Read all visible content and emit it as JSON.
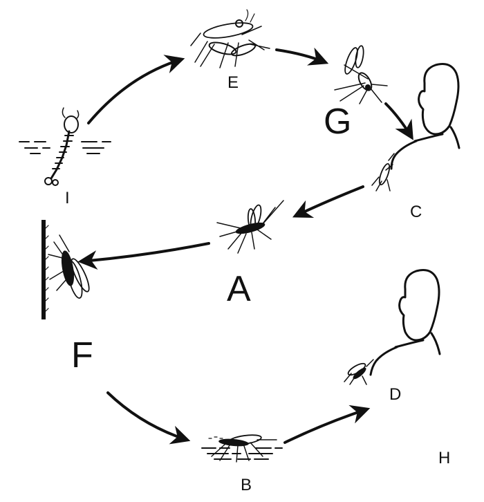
{
  "labels": {
    "A": "A",
    "B": "B",
    "C": "C",
    "D": "D",
    "E": "E",
    "F": "F",
    "G": "G",
    "H": "H",
    "I": "I"
  },
  "colors": {
    "ink": "#111111",
    "background": "#ffffff"
  },
  "icons": {
    "head_top": "human-head-shoulder-icon",
    "head_bottom": "human-head-shoulder-icon",
    "mosquito": "mosquito-icon",
    "larva": "larva-icon"
  }
}
